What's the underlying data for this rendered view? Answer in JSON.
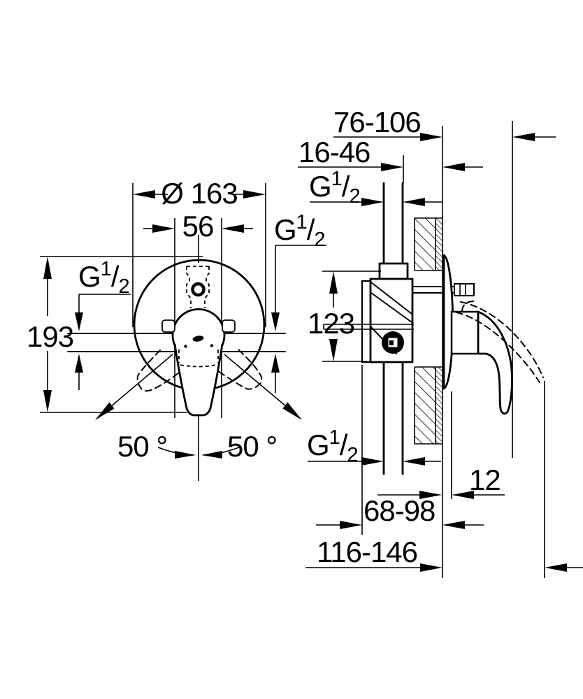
{
  "drawing": {
    "title": "concealed-single-lever-mixer-dimension-drawing",
    "colors": {
      "background": "#ffffff",
      "line": "#000000"
    },
    "front_view": {
      "diameter_label": "Ø 163",
      "cartridge_width_label": "56",
      "height_label": "193",
      "swing_angle_left_label": "50 °",
      "swing_angle_right_label": "50 °"
    },
    "side_view": {
      "depth_range_label": "76-106",
      "recess_depth_label": "16-46",
      "port_distance_label": "123",
      "plate_projection_label": "12",
      "body_depth_label": "68-98",
      "total_depth_label": "116-146"
    },
    "thread_label": {
      "g": "G",
      "sup": "1",
      "slash": "/",
      "sub": "2"
    }
  }
}
